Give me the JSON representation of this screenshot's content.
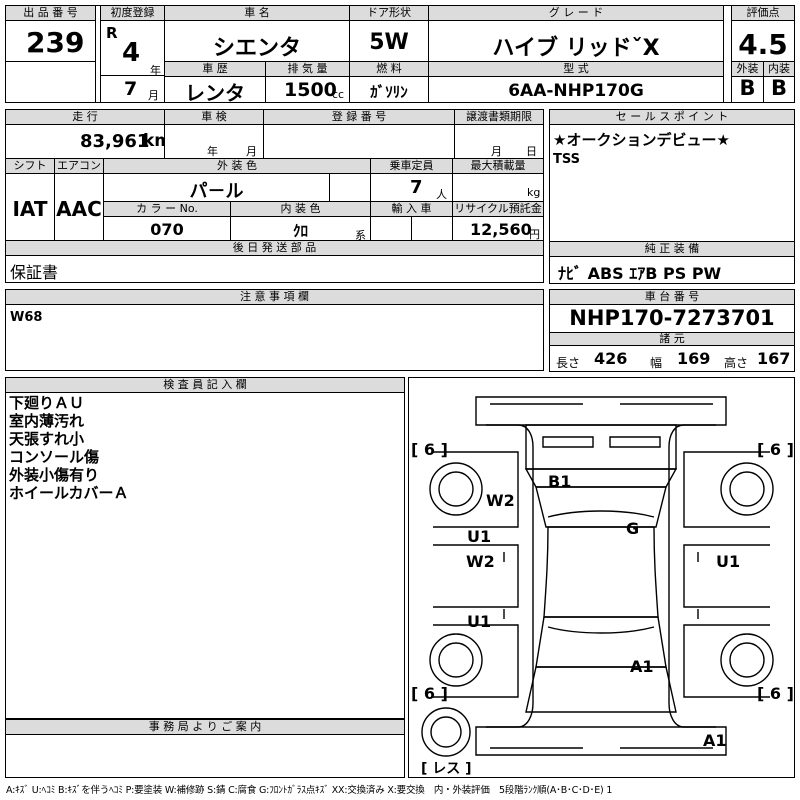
{
  "header": {
    "lot_no_label": "出 品 番 号",
    "lot_no": "239",
    "first_reg_label": "初度登録",
    "era": "R",
    "year": "4",
    "year_unit": "年",
    "month": "7",
    "month_unit": "月",
    "car_name_label": "車 名",
    "car_name": "シエンタ",
    "door_label": "ドア形状",
    "door": "5W",
    "grade_label": "グ レ ー ド",
    "grade": "ハイブ リッドˇX",
    "score_label": "評価点",
    "score": "4.5",
    "history_label": "車 歴",
    "history": "レンタ",
    "displacement_label": "排 気 量",
    "displacement": "1500",
    "displacement_unit": "cc",
    "fuel_label": "燃 料",
    "fuel": "ｶﾞｿﾘﾝ",
    "model_label": "型 式",
    "model": "6AA-NHP170G",
    "exterior_label": "外装",
    "exterior": "B",
    "interior_label": "内装",
    "interior": "B"
  },
  "row2": {
    "mileage_label": "走 行",
    "mileage": "83,961",
    "mileage_unit": "km",
    "inspection_label": "車 検",
    "inspection_year_unit": "年",
    "inspection_month_unit": "月",
    "reg_no_label": "登 録 番 号",
    "transfer_label": "譲渡書類期限",
    "transfer_month_unit": "月",
    "transfer_day_unit": "日",
    "shift_label": "シフト",
    "shift": "IAT",
    "ac_label": "エアコン",
    "ac": "AAC",
    "ext_color_label": "外 装 色",
    "ext_color": "パ－ル",
    "color_no_label": "カ ラ ー No.",
    "color_no": "070",
    "int_color_label": "内 装 色",
    "int_color": "ｸﾛ",
    "int_color_unit": "系",
    "capacity_label": "乗車定員",
    "capacity": "7",
    "capacity_unit": "人",
    "max_load_label": "最大積載量",
    "max_load_unit": "kg",
    "import_label": "輸 入 車",
    "recycle_label": "リサイクル預託金",
    "recycle": "12,560",
    "recycle_unit": "円",
    "later_parts_label": "後 日 発 送 部 品",
    "later_parts": "保証書"
  },
  "sales": {
    "label": "セ ー ル ス ポ イ ン ト",
    "line1": "★オークションデビュー★",
    "line2": "TSS"
  },
  "equipment": {
    "label": "純 正 装 備",
    "value": "ﾅﾋﾞ ABS ｴｱB PS PW"
  },
  "notes": {
    "label": "注 意 事 項 欄",
    "value": "W68"
  },
  "chassis": {
    "label": "車 台 番 号",
    "value": "NHP170-7273701",
    "dims_label": "諸 元",
    "length_label": "長さ",
    "length": "426",
    "width_label": "幅",
    "width": "169",
    "height_label": "高さ",
    "height": "167"
  },
  "inspector": {
    "label": "検 査 員 記 入 欄",
    "lines": [
      "下廻りＡＵ",
      "室内薄汚れ",
      "天張すれ小",
      "コンソール傷",
      "外装小傷有り",
      "ホイールカバーＡ"
    ]
  },
  "office": {
    "label": "事 務 局 よ り ご 案 内"
  },
  "diagram": {
    "tire_fl": "[ 6 ]",
    "tire_fr": "[ 6 ]",
    "tire_rl": "[ 6 ]",
    "tire_rr": "[ 6 ]",
    "spare": "[ レス ]",
    "marks": {
      "b1": "B1",
      "w2_front": "W2",
      "g": "G",
      "u1_left_front": "U1",
      "w2_left": "W2",
      "u1_left_rear": "U1",
      "u1_right": "U1",
      "a1_rear": "A1",
      "a1_bumper": "A1"
    }
  },
  "legend": "A:ｷｽﾞ U:ﾍｺﾐ B:ｷｽﾞを伴うﾍｺﾐ P:要塗装 W:補修跡 S:錆 C:腐食 G:ﾌﾛﾝﾄｶﾞﾗｽ点ｷｽﾞ XX:交換済み X:要交換　内・外装評価　5段階ﾗﾝｸ順(A･B･C･D･E) 1"
}
